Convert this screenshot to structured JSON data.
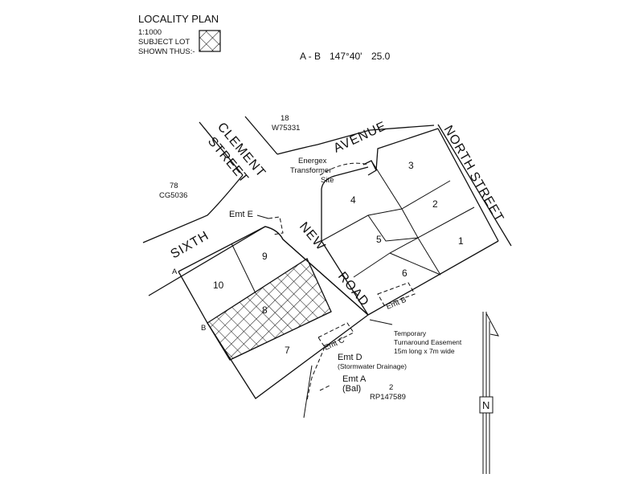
{
  "legend": {
    "title": "LOCALITY PLAN",
    "scale": "1:1000",
    "subject_line1": "SUBJECT LOT",
    "subject_line2": "SHOWN THUS:-"
  },
  "bearing_line": {
    "label": "A - B",
    "bearing": "147°40'",
    "distance": "25.0"
  },
  "streets": {
    "clement_1": "CLEMENT",
    "clement_2": "STREET",
    "avenue": "AVENUE",
    "north": "NORTH",
    "street": "STREET",
    "sixth": "SIXTH",
    "new": "NEW",
    "road": "ROAD"
  },
  "lots": {
    "l1": "1",
    "l2": "2",
    "l3": "3",
    "l4": "4",
    "l5": "5",
    "l6": "6",
    "l7": "7",
    "l8": "8",
    "l9": "9",
    "l10": "10"
  },
  "parcels": {
    "p18_num": "18",
    "p18_plan": "W75331",
    "p78_num": "78",
    "p78_plan": "CG5036",
    "p2_num": "2",
    "p2_plan": "RP147589"
  },
  "labels": {
    "energex_1": "Energex",
    "energex_2": "Transformer",
    "energex_3": "Site",
    "emt_e": "Emt E",
    "emt_b": "Emt B",
    "emt_c": "Emt C",
    "emt_d": "Emt D",
    "emt_d_note": "(Stormwater Drainage)",
    "emt_a": "Emt A",
    "emt_a_note": "(Bal)",
    "turnaround_1": "Temporary",
    "turnaround_2": "Turnaround Easement",
    "turnaround_3": "15m long x 7m wide",
    "point_a": "A",
    "point_b": "B",
    "north_arrow": "N"
  }
}
